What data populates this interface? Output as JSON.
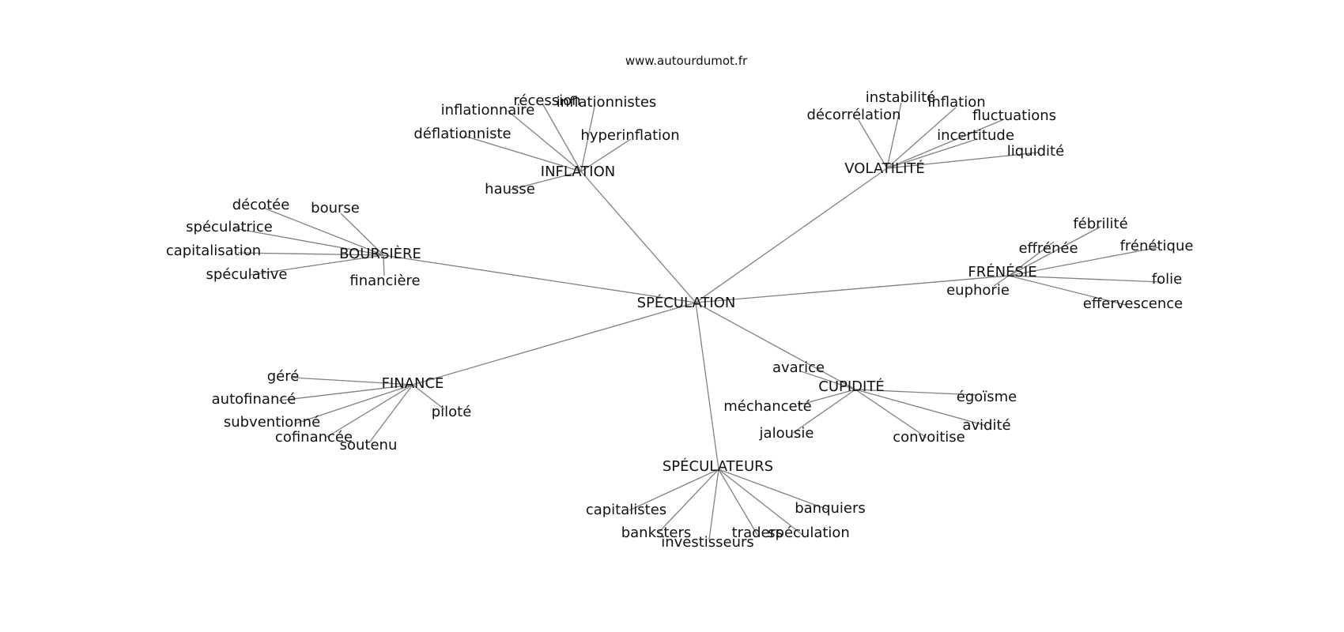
{
  "source": "www.autourdumot.fr",
  "root": "SPÉCULATION",
  "hubs": [
    {
      "label": "INFLATION",
      "words": [
        "récession",
        "inflationnistes",
        "inflationnaire",
        "hyperinflation",
        "déflationniste",
        "hausse"
      ]
    },
    {
      "label": "VOLATILITÉ",
      "words": [
        "instabilité",
        "inflation",
        "décorrélation",
        "fluctuations",
        "incertitude",
        "liquidité"
      ]
    },
    {
      "label": "BOURSIÈRE",
      "words": [
        "décotée",
        "bourse",
        "spéculatrice",
        "capitalisation",
        "spéculative",
        "financière"
      ]
    },
    {
      "label": "FRÉNÉSIE",
      "words": [
        "fébrilité",
        "effrénée",
        "frénétique",
        "folie",
        "euphorie",
        "effervescence"
      ]
    },
    {
      "label": "FINANCE",
      "words": [
        "géré",
        "autofinancé",
        "subventionné",
        "cofinancée",
        "soutenu",
        "piloté"
      ]
    },
    {
      "label": "CUPIDITÉ",
      "words": [
        "avarice",
        "égoïsme",
        "méchanceté",
        "avidité",
        "jalousie",
        "convoitise"
      ]
    },
    {
      "label": "SPÉCULATEURS",
      "words": [
        "capitalistes",
        "banquiers",
        "banksters",
        "traders",
        "spéculation",
        "investisseurs"
      ]
    }
  ]
}
